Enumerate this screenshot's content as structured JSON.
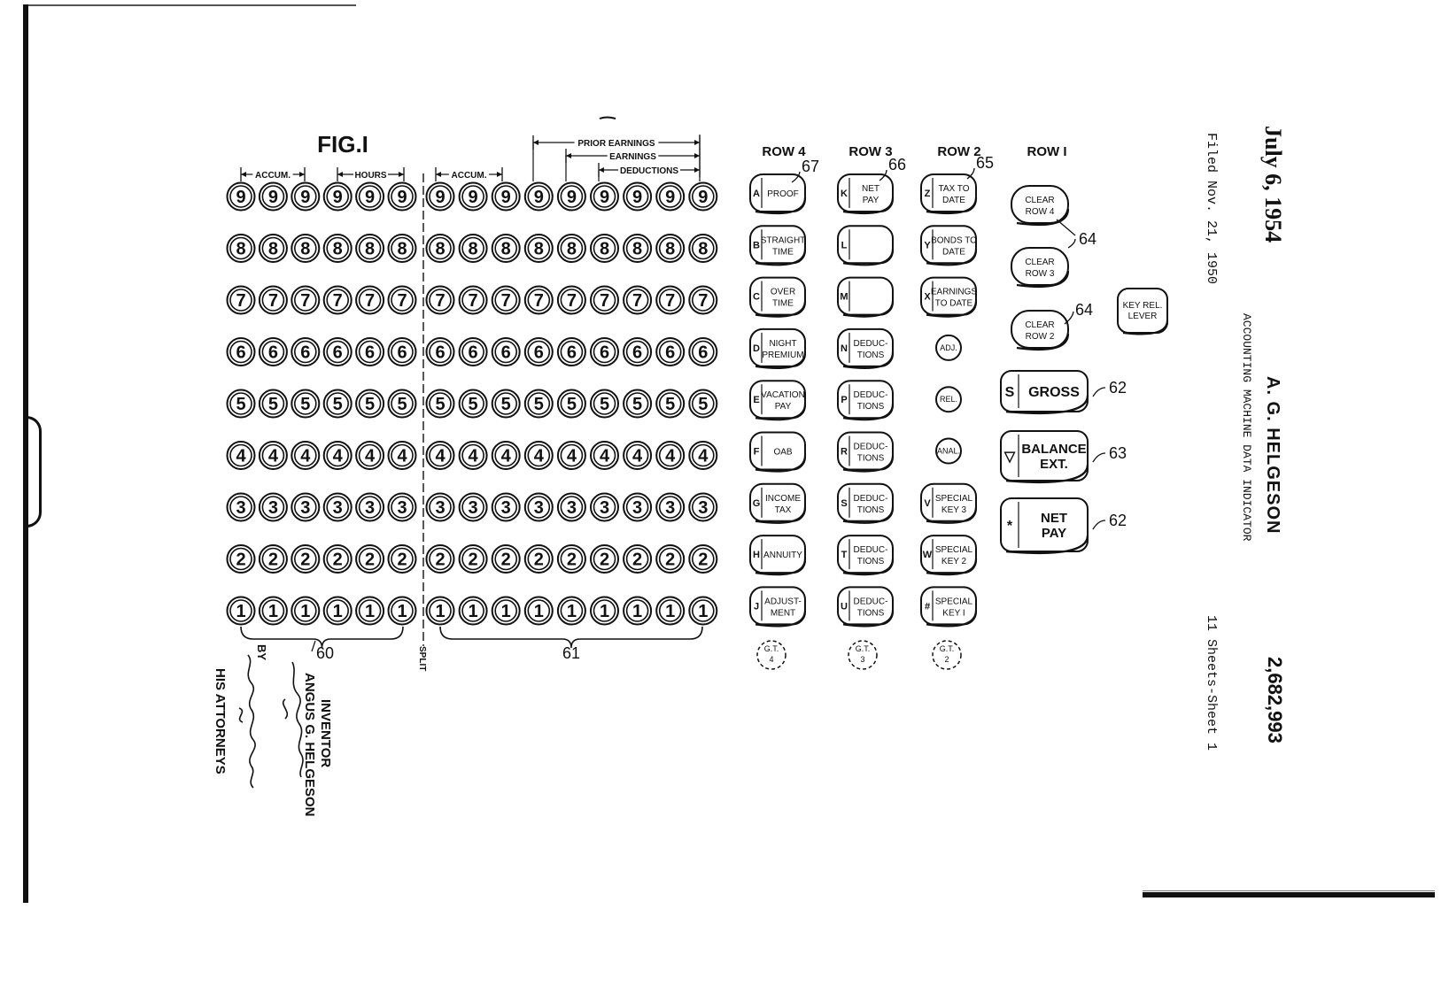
{
  "figure": {
    "title": "FIG.I"
  },
  "header_rotated": {
    "date": "July 6, 1954",
    "filed": "Filed Nov. 21, 1950",
    "inventor_name": "A. G. HELGESON",
    "subject": "ACCOUNTING MACHINE DATA INDICATOR",
    "patent_number": "2,682,993",
    "sheets": "11 Sheets-Sheet 1"
  },
  "column_groups": {
    "accum_left": "ACCUM.",
    "hours": "HOURS",
    "accum_right": "ACCUM.",
    "prior_earnings": "PRIOR EARNINGS",
    "earnings": "EARNINGS",
    "deductions": "DEDUCTIONS"
  },
  "keyboard": {
    "left_columns": 6,
    "right_columns": 9,
    "digits": [
      "9",
      "8",
      "7",
      "6",
      "5",
      "4",
      "3",
      "2",
      "1"
    ],
    "ref_left": "60",
    "ref_right": "61",
    "split_label": "SPLIT"
  },
  "row_labels": [
    "ROW 4",
    "ROW 3",
    "ROW 2",
    "ROW I"
  ],
  "row4_keys": [
    {
      "letter": "A",
      "label": [
        "PROOF"
      ]
    },
    {
      "letter": "B",
      "label": [
        "STRAIGHT",
        "TIME"
      ]
    },
    {
      "letter": "C",
      "label": [
        "OVER",
        "TIME"
      ]
    },
    {
      "letter": "D",
      "label": [
        "NIGHT",
        "PREMIUM"
      ]
    },
    {
      "letter": "E",
      "label": [
        "VACATION",
        "PAY"
      ]
    },
    {
      "letter": "F",
      "label": [
        "OAB"
      ]
    },
    {
      "letter": "G",
      "label": [
        "INCOME",
        "TAX"
      ]
    },
    {
      "letter": "H",
      "label": [
        "ANNUITY"
      ]
    },
    {
      "letter": "J",
      "label": [
        "ADJUST-",
        "MENT"
      ]
    }
  ],
  "row3_keys": [
    {
      "letter": "K",
      "label": [
        "NET",
        "PAY"
      ]
    },
    {
      "letter": "L",
      "label": []
    },
    {
      "letter": "M",
      "label": []
    },
    {
      "letter": "N",
      "label": [
        "DEDUC-",
        "TIONS"
      ]
    },
    {
      "letter": "P",
      "label": [
        "DEDUC-",
        "TIONS"
      ]
    },
    {
      "letter": "R",
      "label": [
        "DEDUC-",
        "TIONS"
      ]
    },
    {
      "letter": "S",
      "label": [
        "DEDUC-",
        "TIONS"
      ]
    },
    {
      "letter": "T",
      "label": [
        "DEDUC-",
        "TIONS"
      ]
    },
    {
      "letter": "U",
      "label": [
        "DEDUC-",
        "TIONS"
      ]
    }
  ],
  "row2_keys": [
    {
      "letter": "Z",
      "label": [
        "TAX TO",
        "DATE"
      ],
      "shape": "key"
    },
    {
      "letter": "Y",
      "label": [
        "BONDS TO",
        "DATE"
      ],
      "shape": "key"
    },
    {
      "letter": "X",
      "label": [
        "EARNINGS",
        "TO DATE"
      ],
      "shape": "key"
    },
    {
      "letter": "",
      "label": [
        "ADJ."
      ],
      "shape": "small"
    },
    {
      "letter": "",
      "label": [
        "REL."
      ],
      "shape": "small"
    },
    {
      "letter": "",
      "label": [
        "ANAL."
      ],
      "shape": "small"
    },
    {
      "letter": "V",
      "label": [
        "SPECIAL",
        "KEY  3"
      ],
      "shape": "key"
    },
    {
      "letter": "W",
      "label": [
        "SPECIAL",
        "KEY  2"
      ],
      "shape": "key"
    },
    {
      "letter": "#",
      "label": [
        "SPECIAL",
        "KEY  I"
      ],
      "shape": "key"
    }
  ],
  "gt_keys": [
    {
      "label": [
        "G.T.",
        "4"
      ]
    },
    {
      "label": [
        "G.T.",
        "3"
      ]
    },
    {
      "label": [
        "G.T.",
        "2"
      ]
    }
  ],
  "row1_keys": [
    {
      "label": [
        "CLEAR",
        "ROW 4"
      ]
    },
    {
      "label": [
        "CLEAR",
        "ROW 3"
      ]
    },
    {
      "label": [
        "CLEAR",
        "ROW 2"
      ]
    }
  ],
  "key_release": {
    "label": [
      "KEY REL.",
      "LEVER"
    ]
  },
  "big_keys": [
    {
      "symbol": "S",
      "label": [
        "GROSS"
      ],
      "ref": "62"
    },
    {
      "symbol": "▽",
      "label": [
        "BALANCE",
        "EXT."
      ],
      "ref": "63"
    },
    {
      "symbol": "*",
      "label": [
        "NET",
        "PAY"
      ],
      "ref": "62"
    }
  ],
  "reference_numerals": {
    "row4": "67",
    "row3": "66",
    "row2": "65",
    "clear_top": "64",
    "clear_bottom": "64"
  },
  "signature_block": {
    "inventor_word": "INVENTOR",
    "inventor_name": "ANGUS G. HELGESON",
    "by": "BY",
    "attorneys": "HIS ATTORNEYS"
  },
  "colors": {
    "ink": "#111111",
    "paper": "#ffffff"
  }
}
